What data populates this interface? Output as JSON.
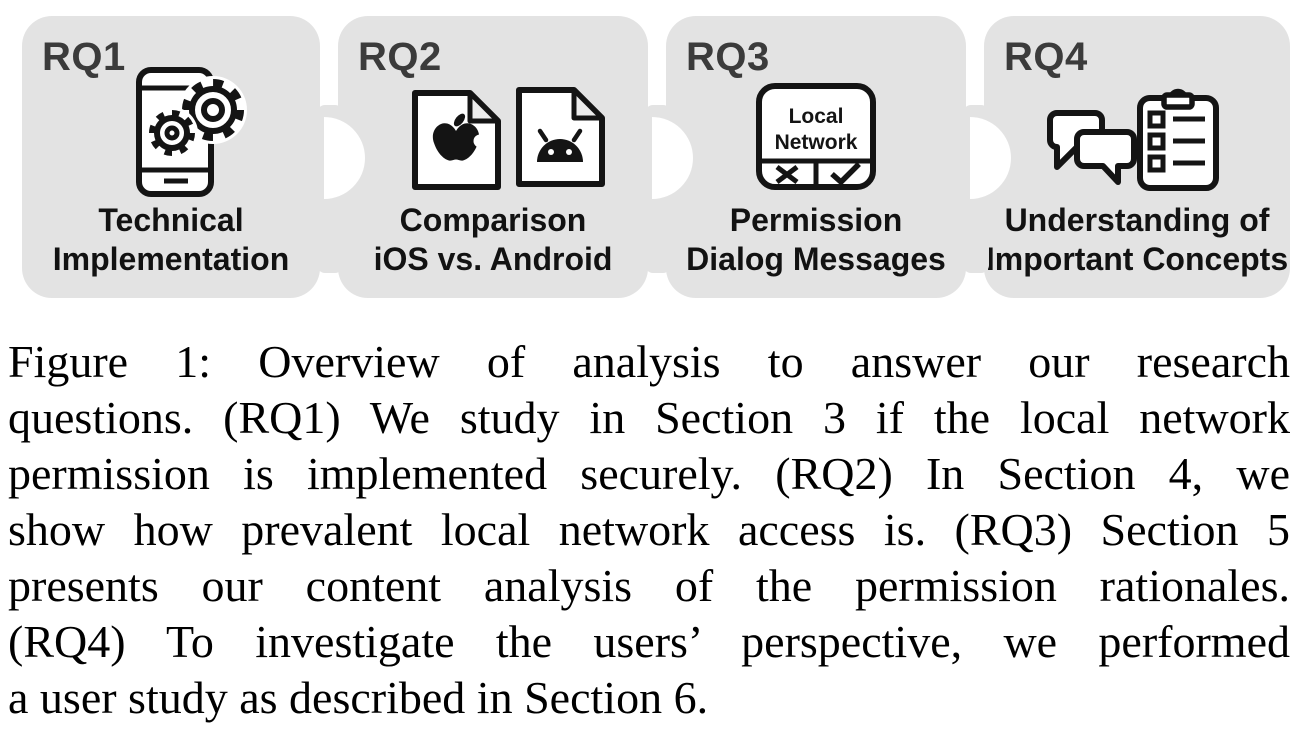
{
  "figure": {
    "box_background": "#e3e3e3",
    "rq_label_color": "#3b3b3b",
    "icon_color": "#141414",
    "boxes": [
      {
        "rq": "RQ1",
        "icon": "smartphone-gears-icon",
        "label1": "Technical",
        "label2": "Implementation"
      },
      {
        "rq": "RQ2",
        "icon": "apple-android-docs-icon",
        "label1": "Comparison",
        "label2": "iOS vs. Android"
      },
      {
        "rq": "RQ3",
        "icon": "permission-dialog-icon",
        "label1": "Permission",
        "label2": "Dialog Messages"
      },
      {
        "rq": "RQ4",
        "icon": "chat-checklist-icon",
        "label1": "Understanding of",
        "label2": "Important Concepts"
      }
    ],
    "dialog": {
      "line1": "Local",
      "line2": "Network"
    }
  },
  "caption": {
    "lines": [
      "Figure 1: Overview of analysis to answer our research",
      "questions. (RQ1) We study in Section 3 if the local network",
      "permission is implemented securely. (RQ2) In Section 4, we",
      "show how prevalent local network access is. (RQ3) Section 5",
      "presents our content analysis of the permission rationales.",
      "(RQ4) To investigate the users’ perspective, we performed",
      "a user study as described in Section 6."
    ]
  }
}
